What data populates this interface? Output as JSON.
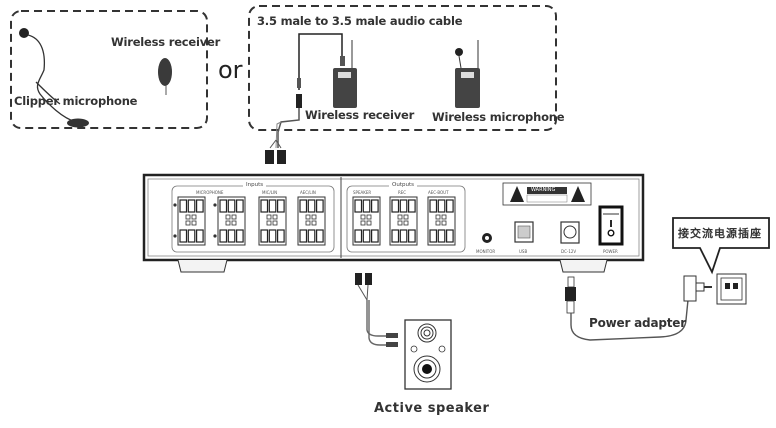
{
  "option_a": {
    "clipper_mic_label": "Clipper microphone",
    "receiver_label": "Wireless receiver"
  },
  "or_label": "or",
  "option_b": {
    "cable_label": "3.5 male to 3.5 male audio cable",
    "receiver_label": "Wireless receiver",
    "mic_label": "Wireless microphone"
  },
  "device": {
    "inputs_label": "Inputs",
    "outputs_label": "Outputs",
    "input_ports": [
      "MICROPHONE",
      "MIC/LIN",
      "AEC/LIN"
    ],
    "output_ports": [
      "SPEAKER",
      "REC",
      "AEC-BOUT"
    ],
    "pin_marks": [
      "+",
      "—",
      "▼"
    ],
    "warning_label": "WARNING",
    "monitor_label": "MONITOR",
    "usb_label": "USB",
    "dc_label": "DC-12V",
    "power_label": "POWER"
  },
  "speaker_label": "Active  speaker",
  "power_adapter_label": "Power adapter",
  "outlet_callout": "接交流电源插座"
}
